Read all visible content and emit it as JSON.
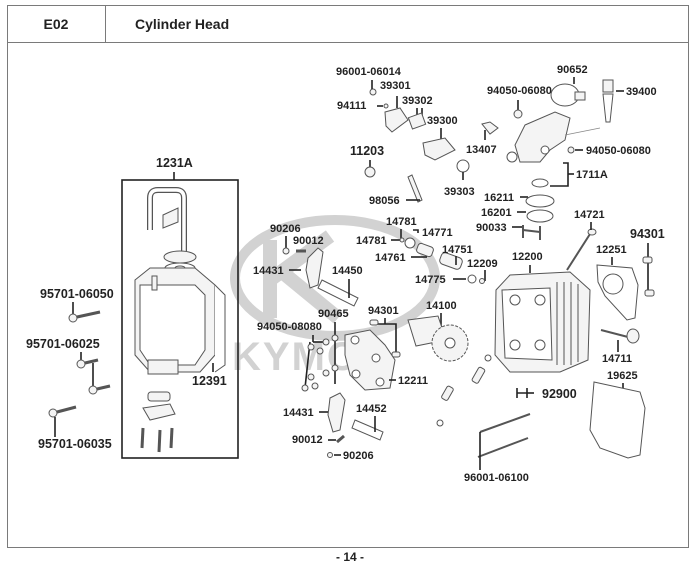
{
  "header": {
    "section_code": "E02",
    "title": "Cylinder Head"
  },
  "watermark": {
    "brand": "KYMCO"
  },
  "group_box": {
    "label": "1231A"
  },
  "part_labels": {
    "p96001_06014": "96001-06014",
    "p39301": "39301",
    "p94111": "94111",
    "p39302": "39302",
    "p39300": "39300",
    "p11203": "11203",
    "p13407": "13407",
    "p39303": "39303",
    "p98056": "98056",
    "p90652": "90652",
    "p94050_06080_top": "94050-06080",
    "p39400": "39400",
    "p94050_06080_right": "94050-06080",
    "p1711A": "1711A",
    "p16211": "16211",
    "p16201": "16201",
    "p90033": "90033",
    "p14721": "14721",
    "p94301_right": "94301",
    "p12251": "12251",
    "p12200": "12200",
    "p14781_top": "14781",
    "p14781_left": "14781",
    "p14771": "14771",
    "p14761": "14761",
    "p14751": "14751",
    "p12209": "12209",
    "p14775": "14775",
    "p90206_top": "90206",
    "p90012_top": "90012",
    "p14431_top": "14431",
    "p14450": "14450",
    "p94301_mid": "94301",
    "p14100": "14100",
    "p90465": "90465",
    "p94050_08080": "94050-08080",
    "p12211": "12211",
    "p14431_bottom": "14431",
    "p14452": "14452",
    "p90012_bottom": "90012",
    "p90206_bottom": "90206",
    "p92900": "92900",
    "p96001_06100": "96001-06100",
    "p14711": "14711",
    "p19625": "19625",
    "p95701_06050": "95701-06050",
    "p95701_06025": "95701-06025",
    "p95701_06035": "95701-06035",
    "p12391": "12391"
  },
  "footer": {
    "page_number": "- 14 -"
  }
}
